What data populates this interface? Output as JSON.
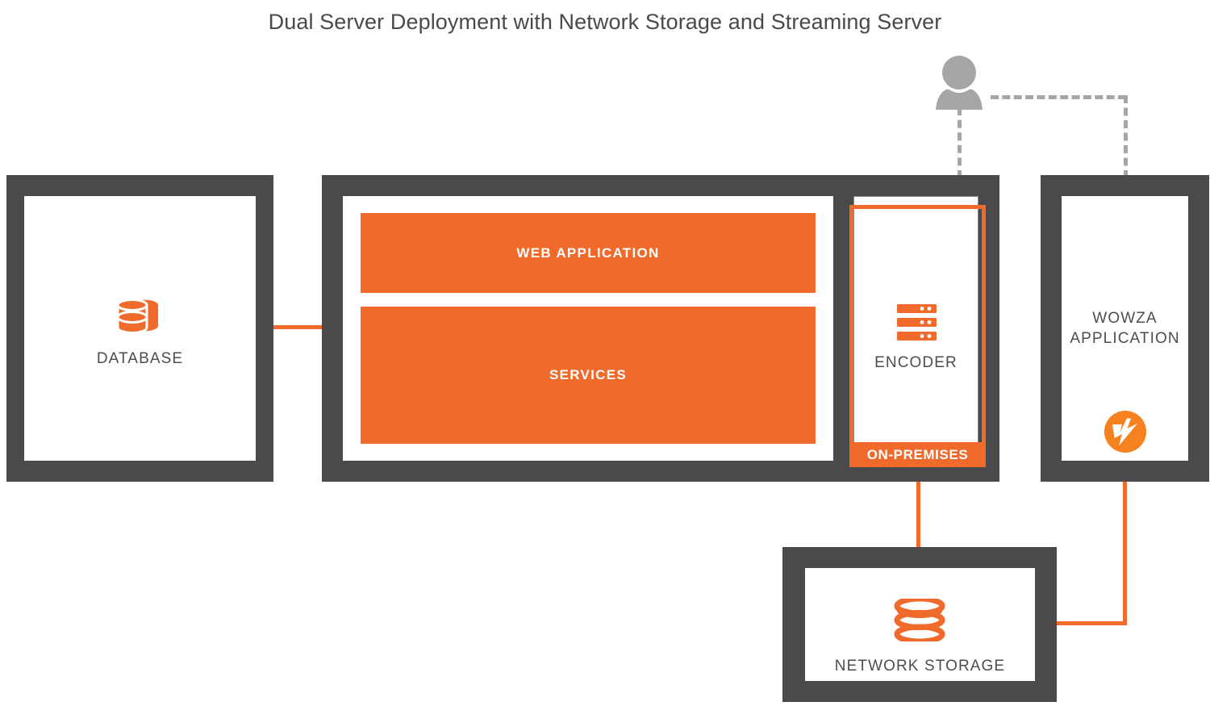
{
  "title": "Dual Server Deployment with Network Storage and Streaming Server",
  "colors": {
    "orange": "#F06A2B",
    "dark_gray": "#4A4A4A",
    "label_gray": "#4D4D4D",
    "dashed_gray": "#A6A6A6",
    "white": "#FFFFFF"
  },
  "nodes": {
    "database": {
      "label": "DATABASE",
      "icon": "database-stack-icon"
    },
    "application_server": {
      "blocks": [
        {
          "label": "WEB APPLICATION",
          "name": "web-application-block"
        },
        {
          "label": "SERVICES",
          "name": "services-block"
        }
      ]
    },
    "encoder": {
      "label": "ENCODER",
      "icon": "server-rack-icon",
      "zone_label": "ON-PREMISES"
    },
    "wowza": {
      "label": "WOWZA\nAPPLICATION",
      "icon": "wowza-logo-icon"
    },
    "network_storage": {
      "label": "NETWORK STORAGE",
      "icon": "storage-discs-icon"
    },
    "user": {
      "icon": "user-person-icon"
    }
  },
  "connections": [
    {
      "name": "database-to-application-server",
      "style": "solid-orange"
    },
    {
      "name": "encoder-to-network-storage",
      "style": "solid-orange"
    },
    {
      "name": "wowza-to-network-storage",
      "style": "solid-orange"
    },
    {
      "name": "user-to-encoder",
      "style": "dashed-gray"
    },
    {
      "name": "user-to-wowza",
      "style": "dashed-gray"
    }
  ]
}
